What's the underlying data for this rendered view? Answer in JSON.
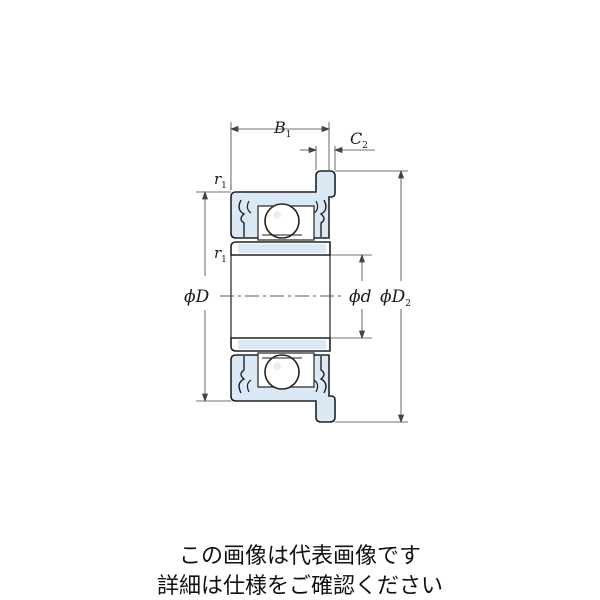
{
  "diagram": {
    "labels": {
      "B1": {
        "main": "B",
        "sub": "1"
      },
      "C2": {
        "main": "C",
        "sub": "2"
      },
      "r1_top": {
        "main": "r",
        "sub": "1"
      },
      "r1_mid": {
        "main": "r",
        "sub": "1"
      },
      "phiD": "ϕD",
      "phid": "ϕd",
      "phiD2": {
        "main": "ϕD",
        "sub": "2"
      }
    },
    "colors": {
      "race_fill": "#dbe9f7",
      "outline": "#222222",
      "dimension": "#444444"
    }
  },
  "caption": {
    "line1": "この画像は代表画像です",
    "line2": "詳細は仕様をご確認ください"
  }
}
